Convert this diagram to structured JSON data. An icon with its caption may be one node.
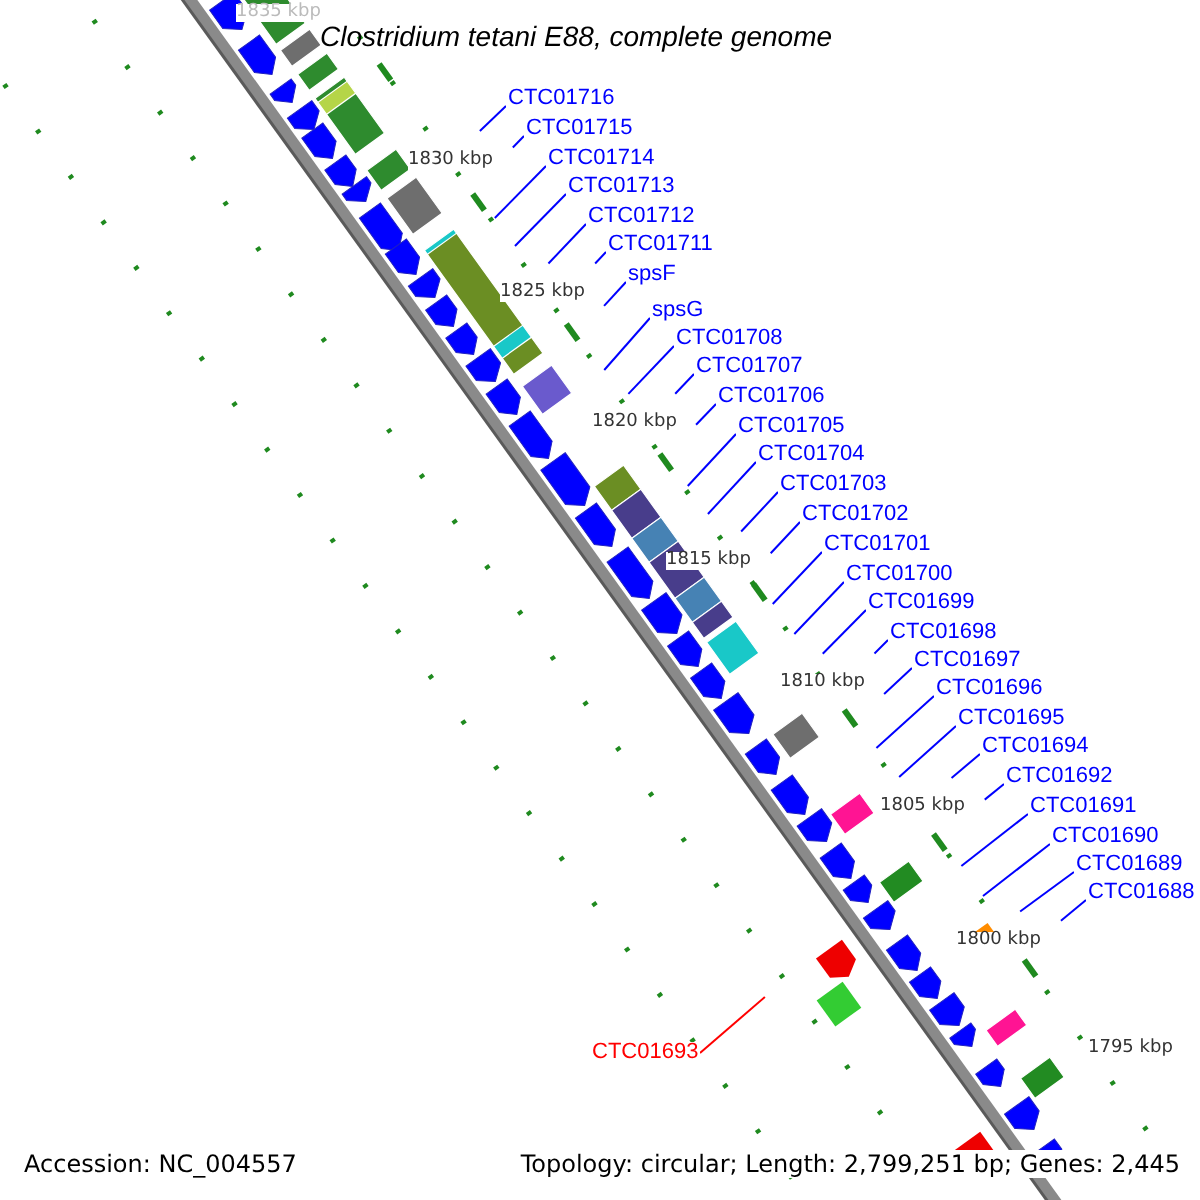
{
  "diagram": {
    "title": "Clostridium tetani E88, complete genome",
    "nodes": [
      {
        "text": [
          "CTC01716"
        ]
      },
      {
        "text": [
          "CTC01715"
        ]
      },
      {
        "text": [
          "CTC01714"
        ]
      },
      {
        "text": [
          "CTC01713"
        ]
      },
      {
        "text": [
          "CTC01712"
        ]
      },
      {
        "text": [
          "CTC01711"
        ]
      },
      {
        "text": [
          "spsF"
        ]
      },
      {
        "text": [
          "spsG"
        ]
      },
      {
        "text": [
          "CTC01708"
        ]
      },
      {
        "text": [
          "CTC01707"
        ]
      },
      {
        "text": [
          "CTC01706"
        ]
      },
      {
        "text": [
          "CTC01705"
        ]
      },
      {
        "text": [
          "CTC01704"
        ]
      },
      {
        "text": [
          "CTC01703"
        ]
      },
      {
        "text": [
          "CTC01702"
        ]
      },
      {
        "text": [
          "CTC01701"
        ]
      },
      {
        "text": [
          "CTC01700"
        ]
      },
      {
        "text": [
          "CTC01699"
        ]
      },
      {
        "text": [
          "CTC01698"
        ]
      },
      {
        "text": [
          "CTC01697"
        ]
      },
      {
        "text": [
          "CTC01696"
        ]
      },
      {
        "text": [
          "CTC01695"
        ]
      },
      {
        "text": [
          "CTC01694"
        ]
      },
      {
        "text": [
          "CTC01692"
        ]
      },
      {
        "text": [
          "CTC01691"
        ]
      },
      {
        "text": [
          "CTC01690"
        ]
      },
      {
        "text": [
          "CTC01689"
        ]
      },
      {
        "text": [
          "CTC01688"
        ]
      },
      {
        "text": [
          "CTC01693"
        ]
      }
    ],
    "edges": [
      {
        "from": 0,
        "to": null,
        "arrow": "none"
      },
      {
        "from": 1,
        "to": null,
        "arrow": "none"
      },
      {
        "from": 2,
        "to": null,
        "arrow": "none"
      },
      {
        "from": 3,
        "to": null,
        "arrow": "none"
      },
      {
        "from": 4,
        "to": null,
        "arrow": "none"
      },
      {
        "from": 5,
        "to": null,
        "arrow": "none"
      },
      {
        "from": 6,
        "to": null,
        "arrow": "none"
      },
      {
        "from": 7,
        "to": null,
        "arrow": "none"
      },
      {
        "from": 8,
        "to": null,
        "arrow": "none"
      },
      {
        "from": 9,
        "to": null,
        "arrow": "none"
      },
      {
        "from": 10,
        "to": null,
        "arrow": "none"
      },
      {
        "from": 11,
        "to": null,
        "arrow": "none"
      },
      {
        "from": 12,
        "to": null,
        "arrow": "none"
      },
      {
        "from": 13,
        "to": null,
        "arrow": "none"
      },
      {
        "from": 14,
        "to": null,
        "arrow": "none"
      },
      {
        "from": 15,
        "to": null,
        "arrow": "none"
      },
      {
        "from": 16,
        "to": null,
        "arrow": "none"
      },
      {
        "from": 17,
        "to": null,
        "arrow": "none"
      },
      {
        "from": 18,
        "to": null,
        "arrow": "none"
      },
      {
        "from": 19,
        "to": null,
        "arrow": "none"
      },
      {
        "from": 20,
        "to": null,
        "arrow": "none"
      },
      {
        "from": 21,
        "to": null,
        "arrow": "none"
      },
      {
        "from": 22,
        "to": null,
        "arrow": "none"
      },
      {
        "from": 23,
        "to": null,
        "arrow": "none"
      },
      {
        "from": 24,
        "to": null,
        "arrow": "none"
      },
      {
        "from": 25,
        "to": null,
        "arrow": "none"
      },
      {
        "from": 26,
        "to": null,
        "arrow": "none"
      },
      {
        "from": 27,
        "to": null,
        "arrow": "none"
      },
      {
        "from": 28,
        "to": null,
        "arrow": "none",
        "color": "#ff0000"
      }
    ],
    "labels": [
      "1835 kbp",
      "1830 kbp",
      "1825 kbp",
      "1820 kbp",
      "1815 kbp",
      "1810 kbp",
      "1805 kbp",
      "1800 kbp",
      "1795 kbp",
      "Accession: NC_004557",
      "Topology: circular; Length: 2,799,251 bp; Genes: 2,445"
    ]
  }
}
